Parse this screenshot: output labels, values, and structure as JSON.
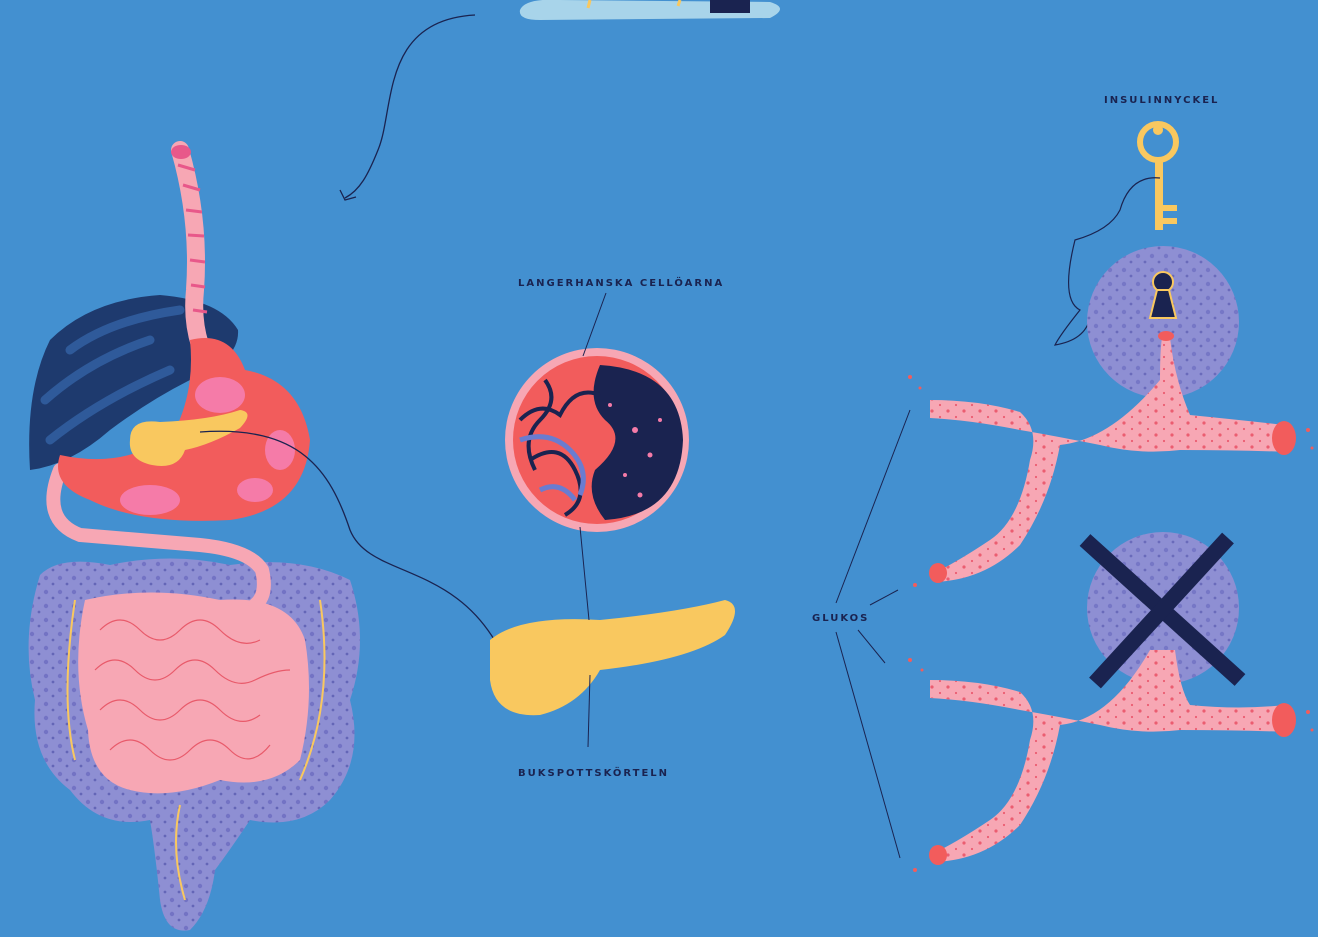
{
  "labels": {
    "islets": "LANGERHANSKA CELLÖARNA",
    "pancreas": "BUKSPOTTSKÖRTELN",
    "insulin_key": "INSULINNYCKEL",
    "glucose": "GLUKOS"
  },
  "colors": {
    "background": "#4390d0",
    "label_text": "#1a2350",
    "pancreas": "#f9c85f",
    "stomach": "#f25c5c",
    "liver": "#1e3a6e",
    "intestine": "#f7a7b4",
    "colon": "#8e8fd3",
    "vessel": "#f7a7b4",
    "cell": "#8e8fd3",
    "key": "#f9c85f",
    "cross": "#1a2350"
  }
}
